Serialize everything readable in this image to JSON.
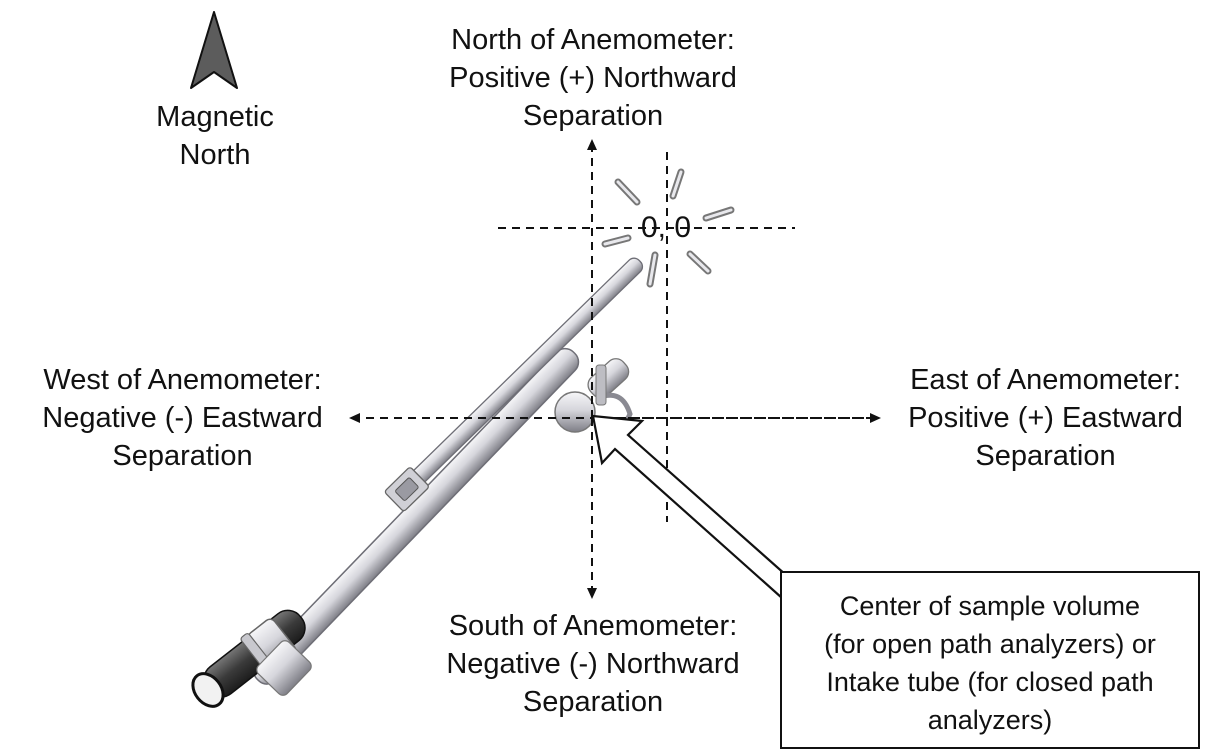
{
  "labels": {
    "magnetic_north": [
      "Magnetic",
      "North"
    ],
    "north": [
      "North of Anemometer:",
      "Positive (+) Northward",
      "Separation"
    ],
    "south": [
      "South of Anemometer:",
      "Negative (-) Northward",
      "Separation"
    ],
    "west": [
      "West of Anemometer:",
      "Negative (-) Eastward",
      "Separation"
    ],
    "east": [
      "East of Anemometer:",
      "Positive (+) Eastward",
      "Separation"
    ],
    "origin": "0, 0",
    "callout": [
      "Center of sample volume",
      "(for open path analyzers) or",
      "Intake tube (for closed path",
      "analyzers)"
    ]
  },
  "icons": {
    "north_arrow": "north-arrow-icon",
    "anemometer": "sonic-anemometer-icon",
    "analyzer": "analyzer-mount-icon"
  },
  "colors": {
    "axis": "#111111",
    "arrow_fill": "#555555",
    "metal_light": "#e4e4e8",
    "metal_dark": "#8a8a92",
    "pipe_dark": "#3a3a3a"
  }
}
